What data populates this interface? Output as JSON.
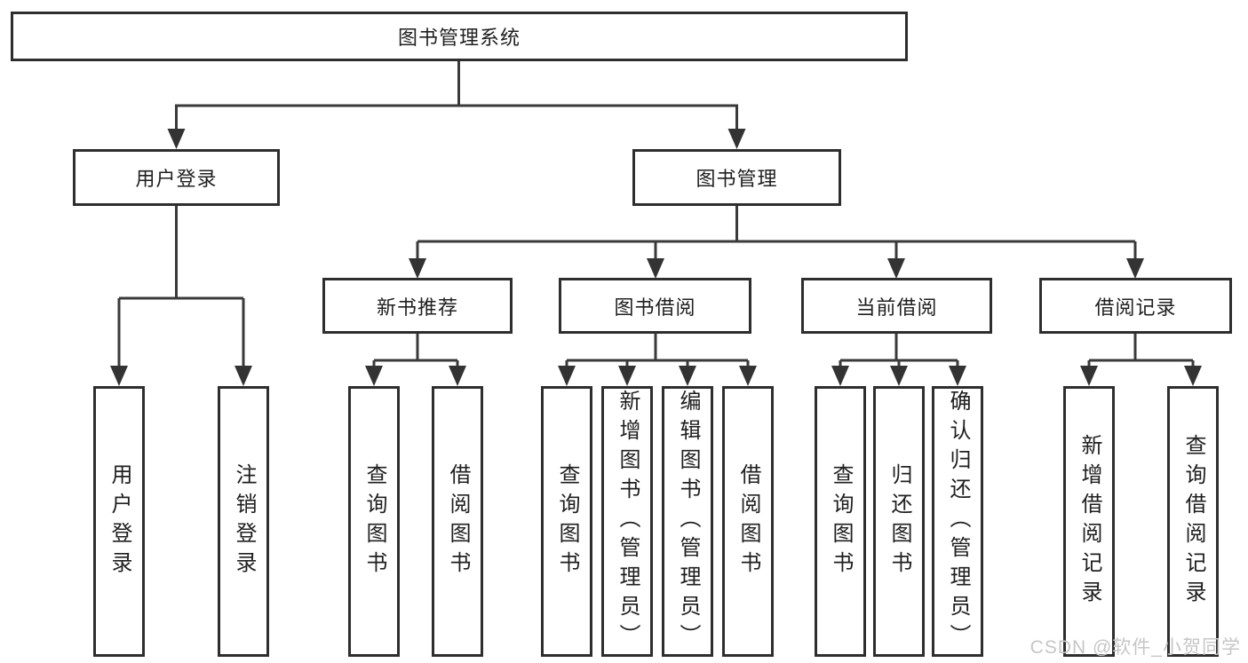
{
  "tree": {
    "root": {
      "label": "图书管理系统"
    },
    "branches": [
      {
        "label": "用户登录",
        "children": [
          {
            "label": "用户登录"
          },
          {
            "label": "注销登录"
          }
        ]
      },
      {
        "label": "图书管理",
        "children": [
          {
            "label": "新书推荐",
            "children": [
              {
                "label": "查询图书"
              },
              {
                "label": "借阅图书"
              }
            ]
          },
          {
            "label": "图书借阅",
            "children": [
              {
                "label": "查询图书"
              },
              {
                "label": "新增图书（管理员）"
              },
              {
                "label": "编辑图书（管理员）"
              },
              {
                "label": "借阅图书"
              }
            ]
          },
          {
            "label": "当前借阅",
            "children": [
              {
                "label": "查询图书"
              },
              {
                "label": "归还图书"
              },
              {
                "label": "确认归还（管理员）"
              }
            ]
          },
          {
            "label": "借阅记录",
            "children": [
              {
                "label": "新增借阅记录"
              },
              {
                "label": "查询借阅记录"
              }
            ]
          }
        ]
      }
    ]
  },
  "watermark": {
    "text": "CSDN @软件_小贺同学"
  },
  "colors": {
    "line": "#3a3a3a",
    "border": "#2e2e2e",
    "text": "#1f1f1f",
    "watermark": "#c6c6c6",
    "background": "#ffffff"
  }
}
